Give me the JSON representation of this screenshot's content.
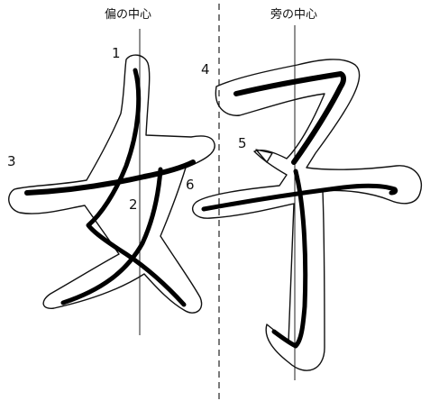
{
  "labels": {
    "left_center": "偏の中心",
    "right_center": "旁の中心"
  },
  "stroke_numbers": [
    "1",
    "2",
    "3",
    "4",
    "5",
    "6"
  ]
}
